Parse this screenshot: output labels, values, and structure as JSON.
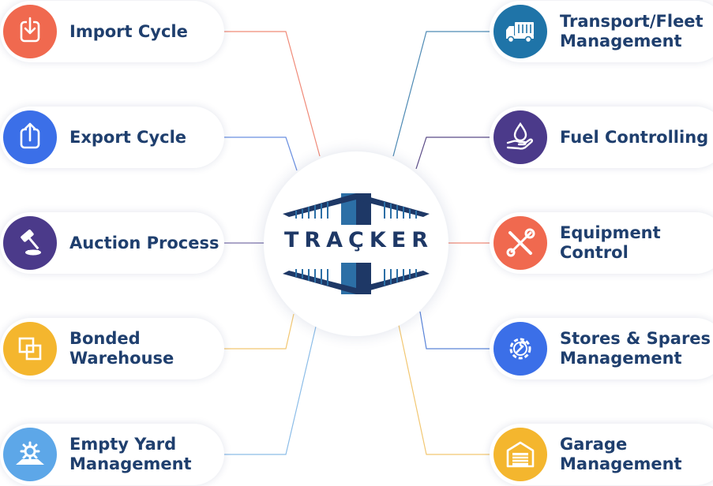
{
  "hub": {
    "logo_text": "TRAÇKER"
  },
  "modules": [
    {
      "id": "import-cycle",
      "side": "left",
      "label": "Import Cycle",
      "icon": "import-icon",
      "color": "#f0694f",
      "line_color": "#f08a78"
    },
    {
      "id": "export-cycle",
      "side": "left",
      "label": "Export Cycle",
      "icon": "export-icon",
      "color": "#3b6fe8",
      "line_color": "#6a8fe0"
    },
    {
      "id": "auction-process",
      "side": "left",
      "label": "Auction Process",
      "icon": "gavel-icon",
      "color": "#4b3a8a",
      "line_color": "#7a70a8"
    },
    {
      "id": "bonded-warehouse",
      "side": "left",
      "label": "Bonded\nWarehouse",
      "icon": "warehouse-boxes-icon",
      "color": "#f4b62e",
      "line_color": "#f2c772"
    },
    {
      "id": "empty-yard-management",
      "side": "left",
      "label": "Empty Yard\nManagement",
      "icon": "yard-gear-icon",
      "color": "#5da7e8",
      "line_color": "#8cbde8"
    },
    {
      "id": "transport-fleet-management",
      "side": "right",
      "label": "Transport/Fleet\nManagement",
      "icon": "truck-icon",
      "color": "#1f74a8",
      "line_color": "#4e8ab4"
    },
    {
      "id": "fuel-controlling",
      "side": "right",
      "label": "Fuel Controlling",
      "icon": "fuel-drop-hand-icon",
      "color": "#4b3a8a",
      "line_color": "#5a4a86"
    },
    {
      "id": "equipment-control",
      "side": "right",
      "label": "Equipment\nControl",
      "icon": "tools-icon",
      "color": "#f0694f",
      "line_color": "#f08a78"
    },
    {
      "id": "stores-spares-management",
      "side": "right",
      "label": "Stores & Spares\nManagement",
      "icon": "gear-wrench-icon",
      "color": "#3b6fe8",
      "line_color": "#5a84d8"
    },
    {
      "id": "garage-management",
      "side": "right",
      "label": "Garage\nManagement",
      "icon": "garage-icon",
      "color": "#f4b62e",
      "line_color": "#f2c772"
    }
  ]
}
